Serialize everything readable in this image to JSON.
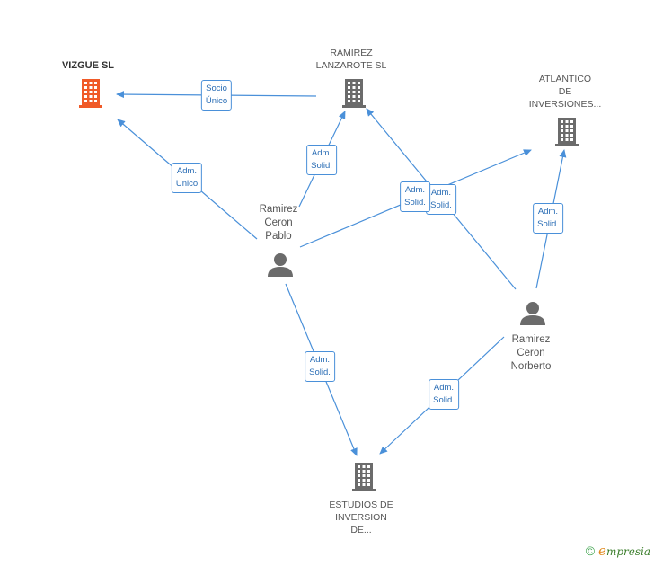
{
  "colors": {
    "edge": "#4a90d9",
    "building": "#6b6b6b",
    "building_main": "#f05a28",
    "person": "#6b6b6b"
  },
  "nodes": [
    {
      "id": "vizgue",
      "kind": "company-main",
      "label": "VIZGUE SL"
    },
    {
      "id": "ramirez_lanzarote",
      "kind": "company",
      "label": "RAMIREZ\nLANZAROTE SL"
    },
    {
      "id": "atlantico",
      "kind": "company",
      "label": "ATLANTICO\nDE\nINVERSIONES..."
    },
    {
      "id": "pablo",
      "kind": "person",
      "label": "Ramirez\nCeron\nPablo"
    },
    {
      "id": "norberto",
      "kind": "person",
      "label": "Ramirez\nCeron\nNorberto"
    },
    {
      "id": "estudios",
      "kind": "company",
      "label": "ESTUDIOS DE\nINVERSION\nDE..."
    }
  ],
  "edges": [
    {
      "from": "ramirez_lanzarote",
      "to": "vizgue",
      "label": "Socio\nÚnico"
    },
    {
      "from": "pablo",
      "to": "vizgue",
      "label": "Adm.\nUnico"
    },
    {
      "from": "pablo",
      "to": "ramirez_lanzarote",
      "label": "Adm.\nSolid."
    },
    {
      "from": "norberto",
      "to": "ramirez_lanzarote",
      "label": "Adm.\nSolid."
    },
    {
      "from": "pablo",
      "to": "atlantico",
      "label": "Adm.\nSolid."
    },
    {
      "from": "norberto",
      "to": "atlantico",
      "label": "Adm.\nSolid."
    },
    {
      "from": "pablo",
      "to": "estudios",
      "label": "Adm.\nSolid."
    },
    {
      "from": "norberto",
      "to": "estudios",
      "label": "Adm.\nSolid."
    }
  ],
  "footer": {
    "copyright": "©",
    "brand_initial": "e",
    "brand_rest": "mpresia"
  }
}
